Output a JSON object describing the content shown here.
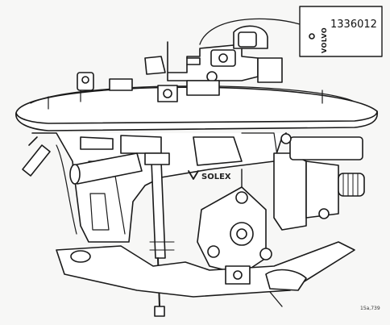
{
  "tag": {
    "brand": "VOLVO",
    "part_number": "1336012"
  },
  "maker_logo": {
    "text": "SOLEX"
  },
  "figure_code": "15a,739"
}
